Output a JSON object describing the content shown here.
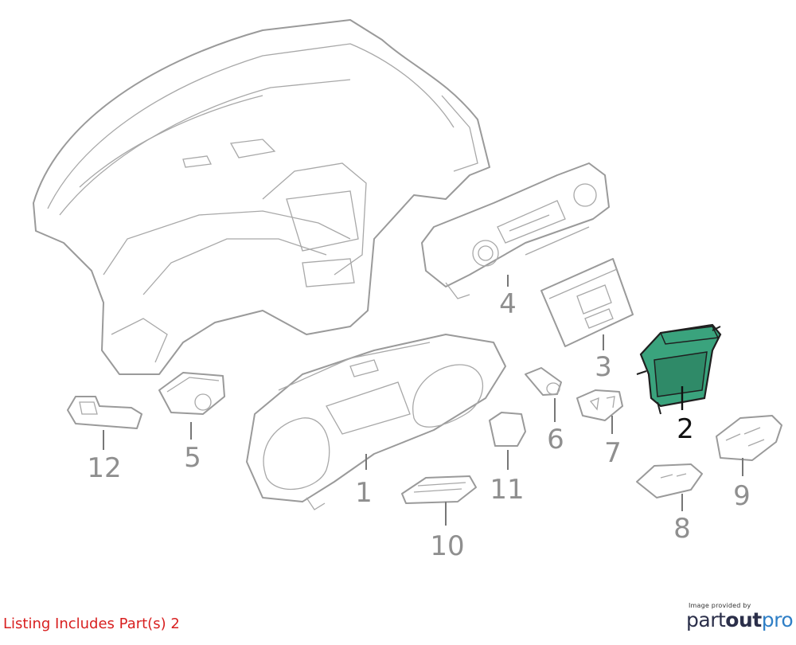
{
  "diagram": {
    "callouts": [
      {
        "id": "1",
        "label": "1",
        "highlighted": false
      },
      {
        "id": "2",
        "label": "2",
        "highlighted": true
      },
      {
        "id": "3",
        "label": "3",
        "highlighted": false
      },
      {
        "id": "4",
        "label": "4",
        "highlighted": false
      },
      {
        "id": "5",
        "label": "5",
        "highlighted": false
      },
      {
        "id": "6",
        "label": "6",
        "highlighted": false
      },
      {
        "id": "7",
        "label": "7",
        "highlighted": false
      },
      {
        "id": "8",
        "label": "8",
        "highlighted": false
      },
      {
        "id": "9",
        "label": "9",
        "highlighted": false
      },
      {
        "id": "10",
        "label": "10",
        "highlighted": false
      },
      {
        "id": "11",
        "label": "11",
        "highlighted": false
      },
      {
        "id": "12",
        "label": "12",
        "highlighted": false
      }
    ],
    "highlight_color": "#3aa37d",
    "line_color": "#9a9a9a"
  },
  "footer": {
    "listing_text": "Listing Includes Part(s) 2",
    "listing_color": "#d81f1f",
    "credit_small": "Image provided by",
    "brand_part1": "part",
    "brand_part2": "out",
    "brand_part3": "pro"
  }
}
